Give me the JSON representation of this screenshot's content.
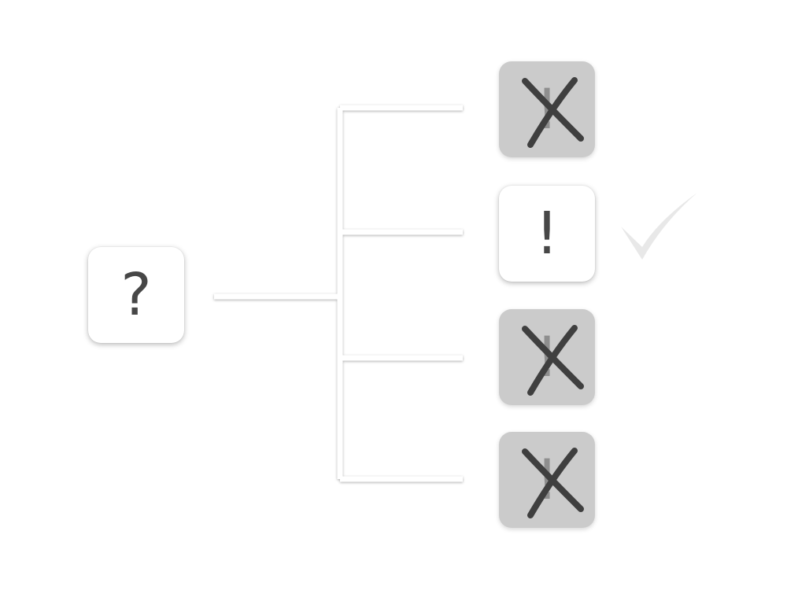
{
  "diagram": {
    "question_card": {
      "symbol": "?"
    },
    "options": [
      {
        "symbol": "!",
        "state": "rejected"
      },
      {
        "symbol": "!",
        "state": "selected"
      },
      {
        "symbol": "!",
        "state": "rejected"
      },
      {
        "symbol": "!",
        "state": "rejected"
      }
    ],
    "icons": {
      "rejected": "cross-icon",
      "selected": "checkmark-icon"
    },
    "colors": {
      "card_white": "#ffffff",
      "card_rejected": "#cbcbcb",
      "symbol": "#474747",
      "symbol_faded": "#8e8e8e",
      "cross": "#3f3f3f",
      "connector": "#ffffff",
      "checkmark": "#e8e8e8"
    }
  }
}
